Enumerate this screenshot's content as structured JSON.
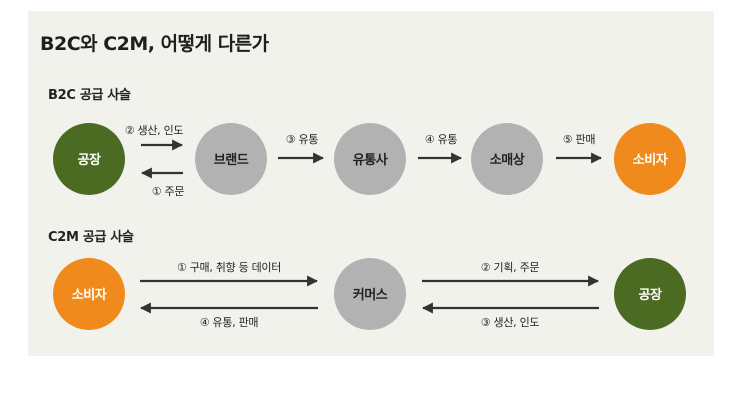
{
  "title": "B2C와 C2M, 어떻게 다른가",
  "sections": {
    "b2c": "B2C 공급 사슬",
    "c2m": "C2M 공급 사슬"
  },
  "colors": {
    "panel": "#f2f2ed",
    "green": "#4b6a22",
    "orange": "#f08a1c",
    "gray": "#b2b2b2",
    "arrow": "#333333"
  },
  "b2c": {
    "nodes": [
      "공장",
      "브랜드",
      "유통사",
      "소매상",
      "소비자"
    ],
    "edges": [
      "② 생산, 인도",
      "① 주문",
      "③ 유통",
      "④ 유통",
      "⑤ 판매"
    ]
  },
  "c2m": {
    "nodes": [
      "소비자",
      "커머스",
      "공장"
    ],
    "edges": [
      "① 구매, 취향 등 데이터",
      "④ 유통, 판매",
      "② 기획, 주문",
      "③ 생산, 인도"
    ]
  }
}
